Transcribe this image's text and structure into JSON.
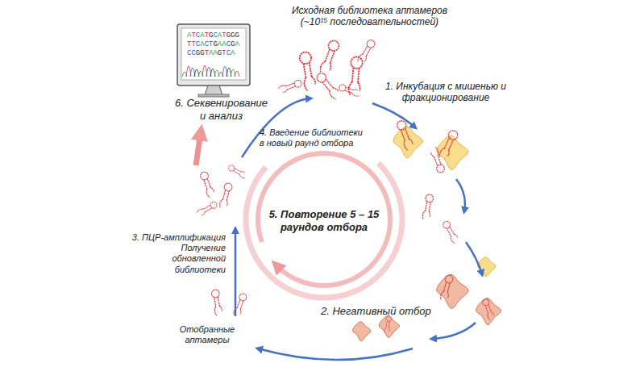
{
  "diagram": {
    "labels": [
      "ATCATGCATGGG",
      "TTCACTGAACGA",
      "CCGGTAAGTCA",
      "Исходная библиотека аптамеров (~10¹⁵ последовательностей)",
      "1. Инкубация с мишенью и фракционирование",
      "6. Секвенирование и анализ",
      "4. Введение библиотеки в новый раунд отбора",
      "5. Повторение 5 – 15 раундов отбора",
      "3. ПЦР-амплификация Получение обновленной библиотеки",
      "2. Негативный отбор",
      "Отобранные аптамеры"
    ]
  }
}
